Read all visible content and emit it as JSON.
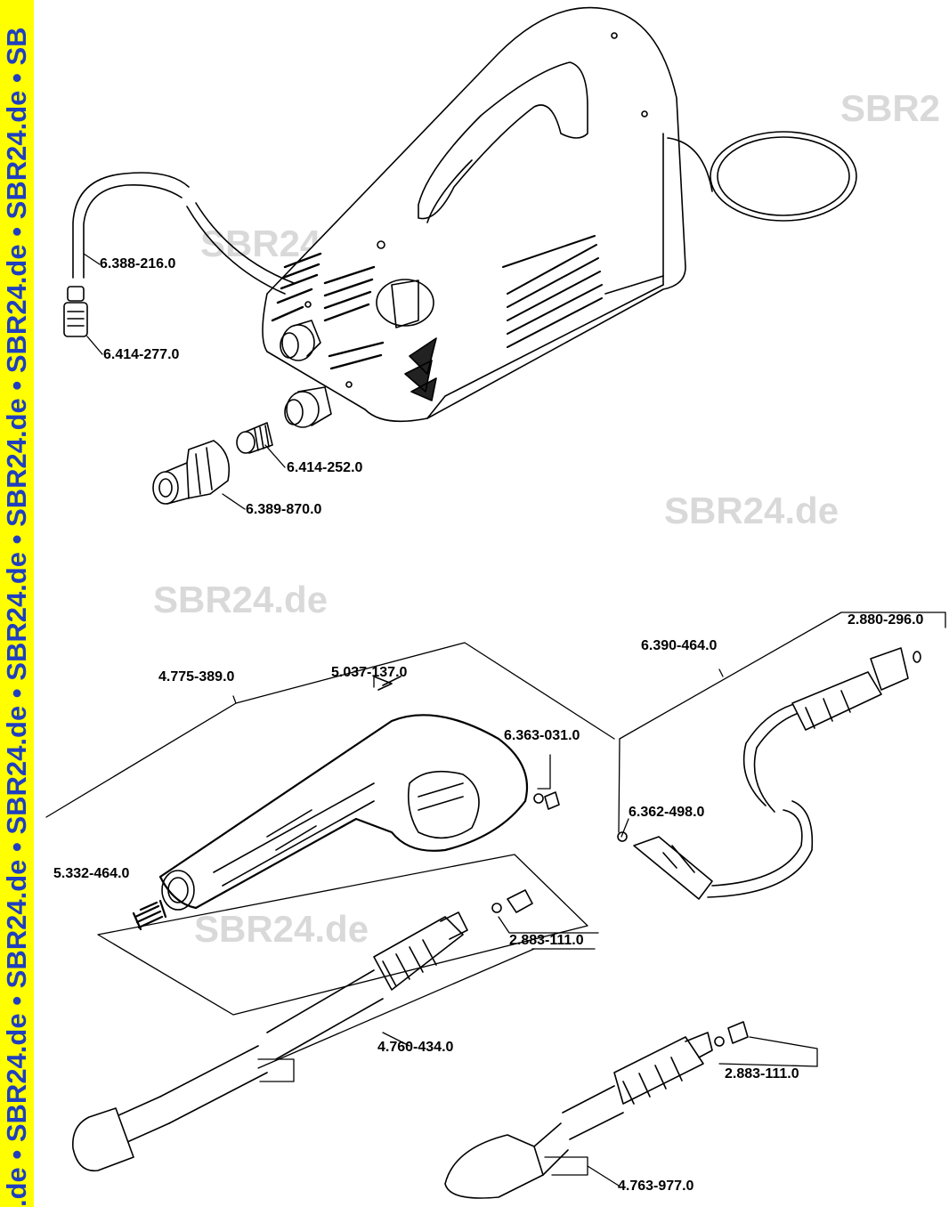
{
  "banner": {
    "text": ".de • SBR24.de • SBR24.de • SBR24.de • SBR24.de • SBR24.de • SBR24.de • SBR24.de • SB",
    "bg_color": "#ffff00",
    "text_color": "#1f3fbf"
  },
  "watermarks": [
    "SBR2",
    "SBR24.de",
    "SBR24.de",
    "SBR24.de",
    "SBR24.de"
  ],
  "part_labels": {
    "p6388216": "6.388-216.0",
    "p6414277": "6.414-277.0",
    "p6414252": "6.414-252.0",
    "p6389870": "6.389-870.0",
    "p4775389": "4.775-389.0",
    "p5037137": "5.037-137.0",
    "p6363031": "6.363-031.0",
    "p5332464": "5.332-464.0",
    "p2883111a": "2.883-111.0",
    "p4760434": "4.760-434.0",
    "p6390464": "6.390-464.0",
    "p2880296": "2.880-296.0",
    "p6362498": "6.362-498.0",
    "p2883111b": "2.883-111.0",
    "p4763977": "4.763-977.0"
  }
}
